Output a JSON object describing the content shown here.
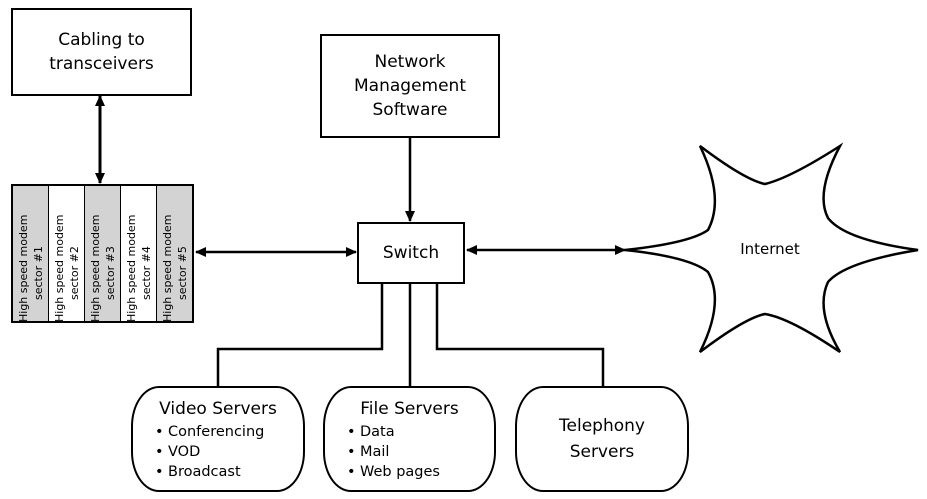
{
  "nodes": {
    "cabling": {
      "line1": "Cabling to",
      "line2": "transceivers"
    },
    "nms": {
      "line1": "Network",
      "line2": "Management",
      "line3": "Software"
    },
    "switch": {
      "label": "Switch"
    },
    "internet": {
      "label": "Internet"
    },
    "modems": [
      {
        "line1": "High speed modem",
        "line2": "sector #1",
        "shaded": true
      },
      {
        "line1": "High speed modem",
        "line2": "sector #2",
        "shaded": false
      },
      {
        "line1": "High speed modem",
        "line2": "sector #3",
        "shaded": true
      },
      {
        "line1": "High speed modem",
        "line2": "sector #4",
        "shaded": false
      },
      {
        "line1": "High speed modem",
        "line2": "sector #5",
        "shaded": true
      }
    ],
    "servers": {
      "video": {
        "title": "Video Servers",
        "items": [
          "Conferencing",
          "VOD",
          "Broadcast"
        ]
      },
      "file": {
        "title": "File Servers",
        "items": [
          "Data",
          "Mail",
          "Web pages"
        ]
      },
      "telephony": {
        "line1": "Telephony",
        "line2": "Servers"
      }
    }
  },
  "edges": [
    {
      "from": "cabling",
      "to": "modems",
      "type": "bidirectional"
    },
    {
      "from": "nms",
      "to": "switch",
      "type": "directed"
    },
    {
      "from": "modems",
      "to": "switch",
      "type": "bidirectional"
    },
    {
      "from": "switch",
      "to": "internet",
      "type": "bidirectional"
    },
    {
      "from": "switch",
      "to": "video",
      "type": "line"
    },
    {
      "from": "switch",
      "to": "file",
      "type": "line"
    },
    {
      "from": "switch",
      "to": "telephony",
      "type": "line"
    }
  ]
}
